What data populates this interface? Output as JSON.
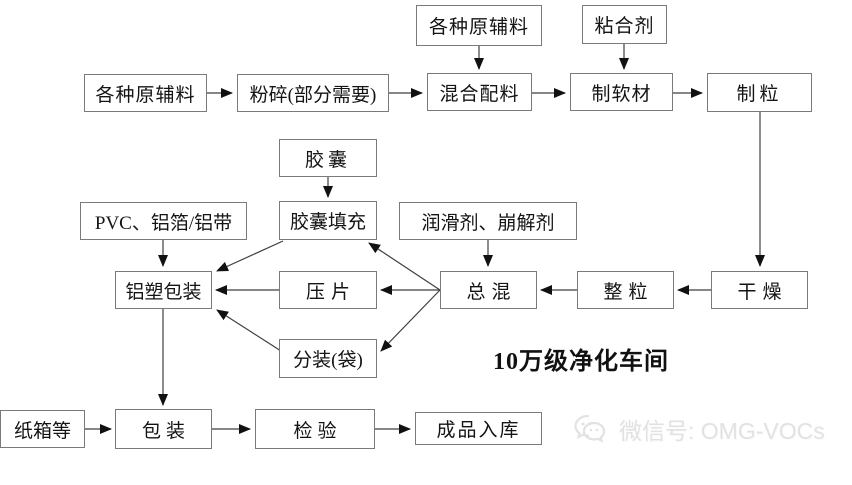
{
  "diagram": {
    "title": "10万级净化车间",
    "watermark": {
      "icon": "wechat-icon",
      "text": "微信号: OMG-VOCs"
    },
    "nodes": {
      "raw_top": "各种原辅料",
      "binder": "粘合剂",
      "raw_left": "各种原辅料",
      "crush": "粉碎(部分需要)",
      "mix": "混合配料",
      "soft": "制软材",
      "granulate": "制粒",
      "capsule": "胶囊",
      "capsule_fill": "胶囊填充",
      "pvc": "PVC、铝箔/铝带",
      "lubricant": "润滑剂、崩解剂",
      "blister": "铝塑包装",
      "press": "压片",
      "final_mix": "总混",
      "sizing": "整粒",
      "dry": "干燥",
      "bagging": "分装(袋)",
      "carton": "纸箱等",
      "pack": "包装",
      "inspect": "检验",
      "warehouse": "成品入库"
    },
    "edges": [
      {
        "from": "raw_left",
        "to": "crush"
      },
      {
        "from": "crush",
        "to": "mix"
      },
      {
        "from": "raw_top",
        "to": "mix"
      },
      {
        "from": "mix",
        "to": "soft"
      },
      {
        "from": "binder",
        "to": "soft"
      },
      {
        "from": "soft",
        "to": "granulate"
      },
      {
        "from": "granulate",
        "to": "dry"
      },
      {
        "from": "dry",
        "to": "sizing"
      },
      {
        "from": "sizing",
        "to": "final_mix"
      },
      {
        "from": "lubricant",
        "to": "final_mix"
      },
      {
        "from": "final_mix",
        "to": "capsule_fill"
      },
      {
        "from": "final_mix",
        "to": "press"
      },
      {
        "from": "final_mix",
        "to": "bagging"
      },
      {
        "from": "capsule",
        "to": "capsule_fill"
      },
      {
        "from": "capsule_fill",
        "to": "blister"
      },
      {
        "from": "press",
        "to": "blister"
      },
      {
        "from": "bagging",
        "to": "blister"
      },
      {
        "from": "pvc",
        "to": "blister"
      },
      {
        "from": "blister",
        "to": "pack"
      },
      {
        "from": "carton",
        "to": "pack"
      },
      {
        "from": "pack",
        "to": "inspect"
      },
      {
        "from": "inspect",
        "to": "warehouse"
      }
    ],
    "colors": {
      "background": "#ffffff",
      "line": "#3f3f3f",
      "box_border": "#7a7a7a",
      "text": "#141414",
      "watermark": "#e2e2e2"
    }
  }
}
